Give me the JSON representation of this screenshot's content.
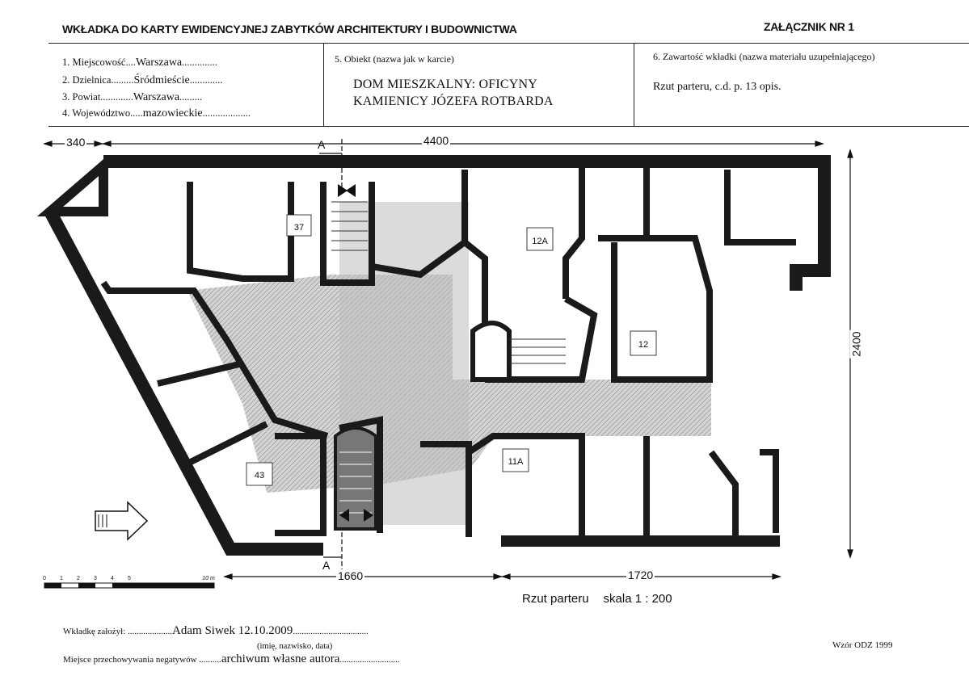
{
  "header": {
    "title": "WKŁADKA DO KARTY EWIDENCYJNEJ ZABYTKÓW ARCHITEKTURY I BUDOWNICTWA",
    "annex": "ZAŁĄCZNIK NR 1"
  },
  "location": {
    "town_label": "1. Miejscowość....",
    "town_value": "Warszawa",
    "town_trail": "..............",
    "district_label": "2. Dzielnica.........",
    "district_value": "Śródmieście",
    "district_trail": ".............",
    "county_label": "3. Powiat.............",
    "county_value": "Warszawa",
    "county_trail": ".........",
    "province_label": "4. Województwo.....",
    "province_value": "mazowieckie",
    "province_trail": "..................."
  },
  "object": {
    "label": "5. Obiekt (nazwa jak w karcie)",
    "name_line1": "DOM MIESZKALNY: OFICYNY",
    "name_line2": "KAMIENICY JÓZEFA ROTBARDA"
  },
  "contents": {
    "label": "6. Zawartość wkładki (nazwa materiału uzupełniającego)",
    "value": "Rzut parteru, c.d. p. 13 opis."
  },
  "plan": {
    "dimensions": {
      "left_top": "340",
      "top": "4400",
      "right": "2400",
      "bottom_left": "1660",
      "bottom_right": "1720"
    },
    "section_mark": "A",
    "scale_bar": {
      "ticks": [
        "0",
        "1",
        "2",
        "3",
        "4",
        "5"
      ],
      "end_label": "10 m"
    },
    "room_numbers": [
      "37",
      "12A",
      "12",
      "43",
      "11A"
    ],
    "caption_left": "Rzut parteru",
    "caption_right": "skala 1 : 200"
  },
  "footer": {
    "founded_label": "Wkładkę założył: ....................",
    "founded_value": "Adam Siwek  12.10.2009",
    "founded_trail": "..................................",
    "founded_sub": "(imię, nazwisko, data)",
    "storage_label": "Miejsce przechowywania negatywów ..........",
    "storage_value": "archiwum własne autora",
    "storage_trail": "...........................",
    "model": "Wzór ODZ 1999"
  },
  "colors": {
    "ink": "#111111",
    "wall": "#1a1a1a",
    "courtyard": "#c8c8c8",
    "paper": "#ffffff"
  }
}
